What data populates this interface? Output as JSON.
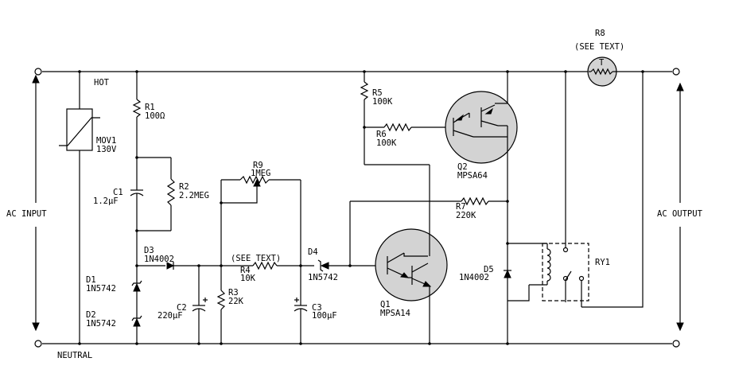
{
  "labels": {
    "hot": "HOT",
    "neutral": "NEUTRAL",
    "ac_input": "AC INPUT",
    "ac_output": "AC OUTPUT",
    "r1_name": "R1",
    "r1_value": "100Ω",
    "mov1_name": "MOV1",
    "mov1_value": "130V",
    "r2_name": "R2",
    "r2_value": "2.2MEG",
    "c1_name": "C1",
    "c1_value": "1.2µF",
    "r9_name": "R9",
    "r9_value": "1MEG",
    "d3_name": "D3",
    "d3_value": "1N4002",
    "r4_note": "(SEE TEXT)",
    "r4_name": "R4",
    "r4_value": "10K",
    "d4_name": "D4",
    "d4_value": "1N5742",
    "d1_name": "D1",
    "d1_value": "1N5742",
    "d2_name": "D2",
    "d2_value": "1N5742",
    "c2_name": "C2",
    "c2_value": "220µF",
    "r3_name": "R3",
    "r3_value": "22K",
    "c3_name": "C3",
    "c3_value": "100µF",
    "q1_name": "Q1",
    "q1_value": "MPSA14",
    "r5_name": "R5",
    "r5_value": "100K",
    "r6_name": "R6",
    "r6_value": "100K",
    "q2_name": "Q2",
    "q2_value": "MPSA64",
    "r7_name": "R7",
    "r7_value": "220K",
    "r8_name": "R8",
    "r8_note": "(SEE TEXT)",
    "r8_symbol": "T",
    "d5_name": "D5",
    "d5_value": "1N4002",
    "ry1_name": "RY1"
  }
}
